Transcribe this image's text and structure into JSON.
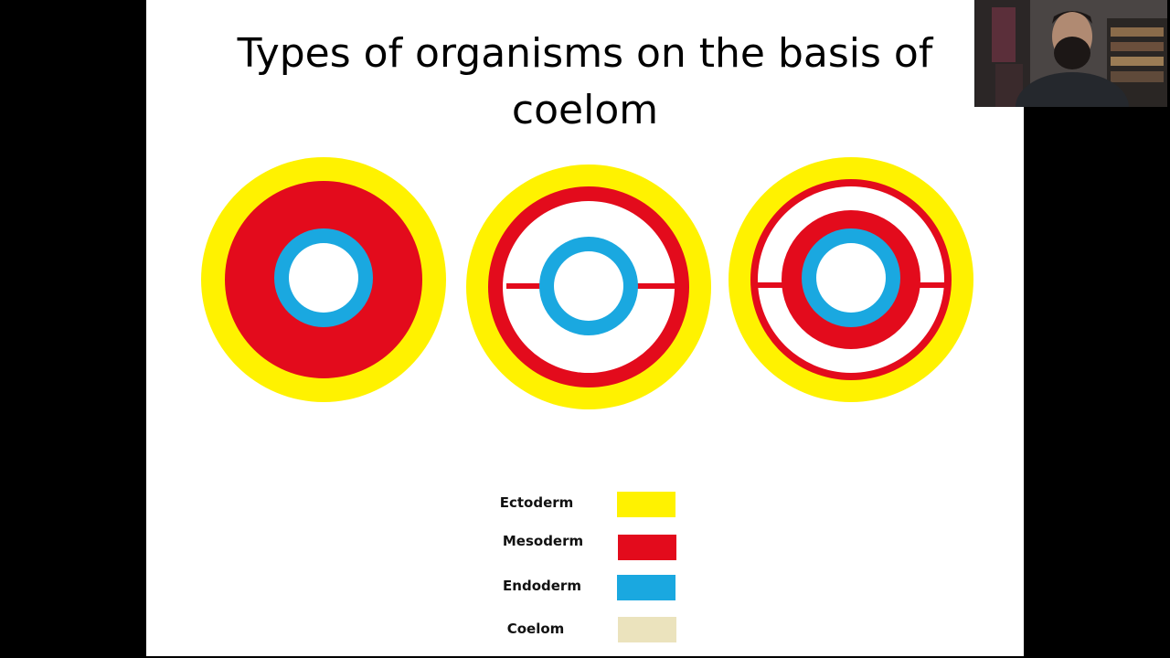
{
  "slide": {
    "title_line1": "Types of organisms on the basis of",
    "title_line2": "coelom"
  },
  "colors": {
    "ectoderm": "#fff200",
    "mesoderm": "#e30b1c",
    "endoderm": "#1aa8e0",
    "coelom": "#ebe3bd",
    "background": "#ffffff"
  },
  "legend": [
    {
      "label": "Ectoderm",
      "color": "#fff200"
    },
    {
      "label": "Mesoderm",
      "color": "#e30b1c"
    },
    {
      "label": "Endoderm",
      "color": "#1aa8e0"
    },
    {
      "label": "Coelom",
      "color": "#ebe3bd"
    }
  ]
}
